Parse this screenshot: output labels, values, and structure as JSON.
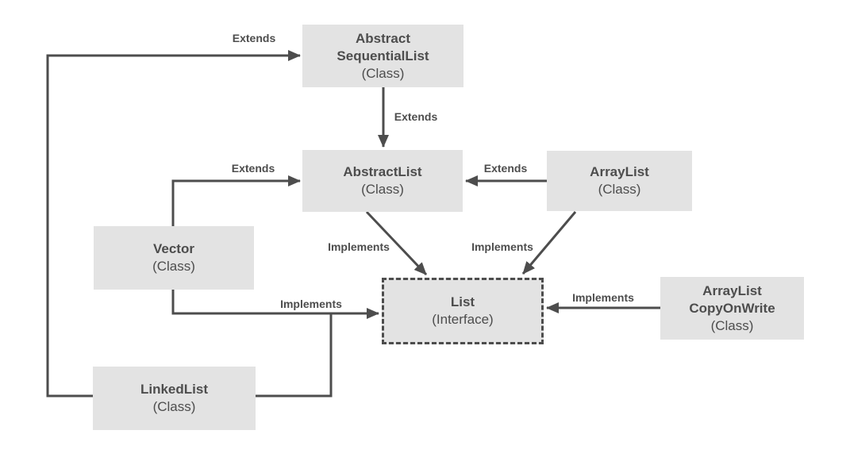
{
  "diagram": {
    "colors": {
      "node_fill": "#e3e3e3",
      "line": "#4d4d4d",
      "text": "#4d4d4d",
      "background": "#ffffff"
    }
  },
  "nodes": [
    {
      "id": "abstract-sequential-list",
      "name": "Abstract\nSequentialList",
      "type": "(Class)"
    },
    {
      "id": "abstract-list",
      "name": "AbstractList",
      "type": "(Class)"
    },
    {
      "id": "array-list",
      "name": "ArrayList",
      "type": "(Class)"
    },
    {
      "id": "vector",
      "name": "Vector",
      "type": "(Class)"
    },
    {
      "id": "list",
      "name": "List",
      "type": "(Interface)"
    },
    {
      "id": "array-list-copy-on-write",
      "name": "ArrayList\nCopyOnWrite",
      "type": "(Class)"
    },
    {
      "id": "linked-list",
      "name": "LinkedList",
      "type": "(Class)"
    }
  ],
  "edges": [
    {
      "id": "linked-list-extends-abstract-sequential-list",
      "label": "Extends"
    },
    {
      "id": "abstract-sequential-list-extends-abstract-list",
      "label": "Extends"
    },
    {
      "id": "vector-extends-abstract-list",
      "label": "Extends"
    },
    {
      "id": "array-list-extends-abstract-list",
      "label": "Extends"
    },
    {
      "id": "abstract-list-implements-list",
      "label": "Implements"
    },
    {
      "id": "array-list-implements-list",
      "label": "Implements"
    },
    {
      "id": "vector-and-linked-list-implements-list",
      "label": "Implements"
    },
    {
      "id": "array-list-copy-on-write-implements-list",
      "label": "Implements"
    }
  ]
}
